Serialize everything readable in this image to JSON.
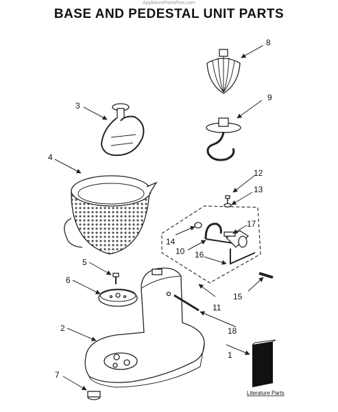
{
  "watermark": "AppliancePartsPros.com",
  "title": "BASE AND PEDESTAL UNIT PARTS",
  "callouts": [
    "1",
    "2",
    "3",
    "4",
    "5",
    "6",
    "7",
    "8",
    "9",
    "10",
    "11",
    "12",
    "13",
    "14",
    "15",
    "16",
    "17",
    "18"
  ],
  "literature_label": "Literature Parts"
}
